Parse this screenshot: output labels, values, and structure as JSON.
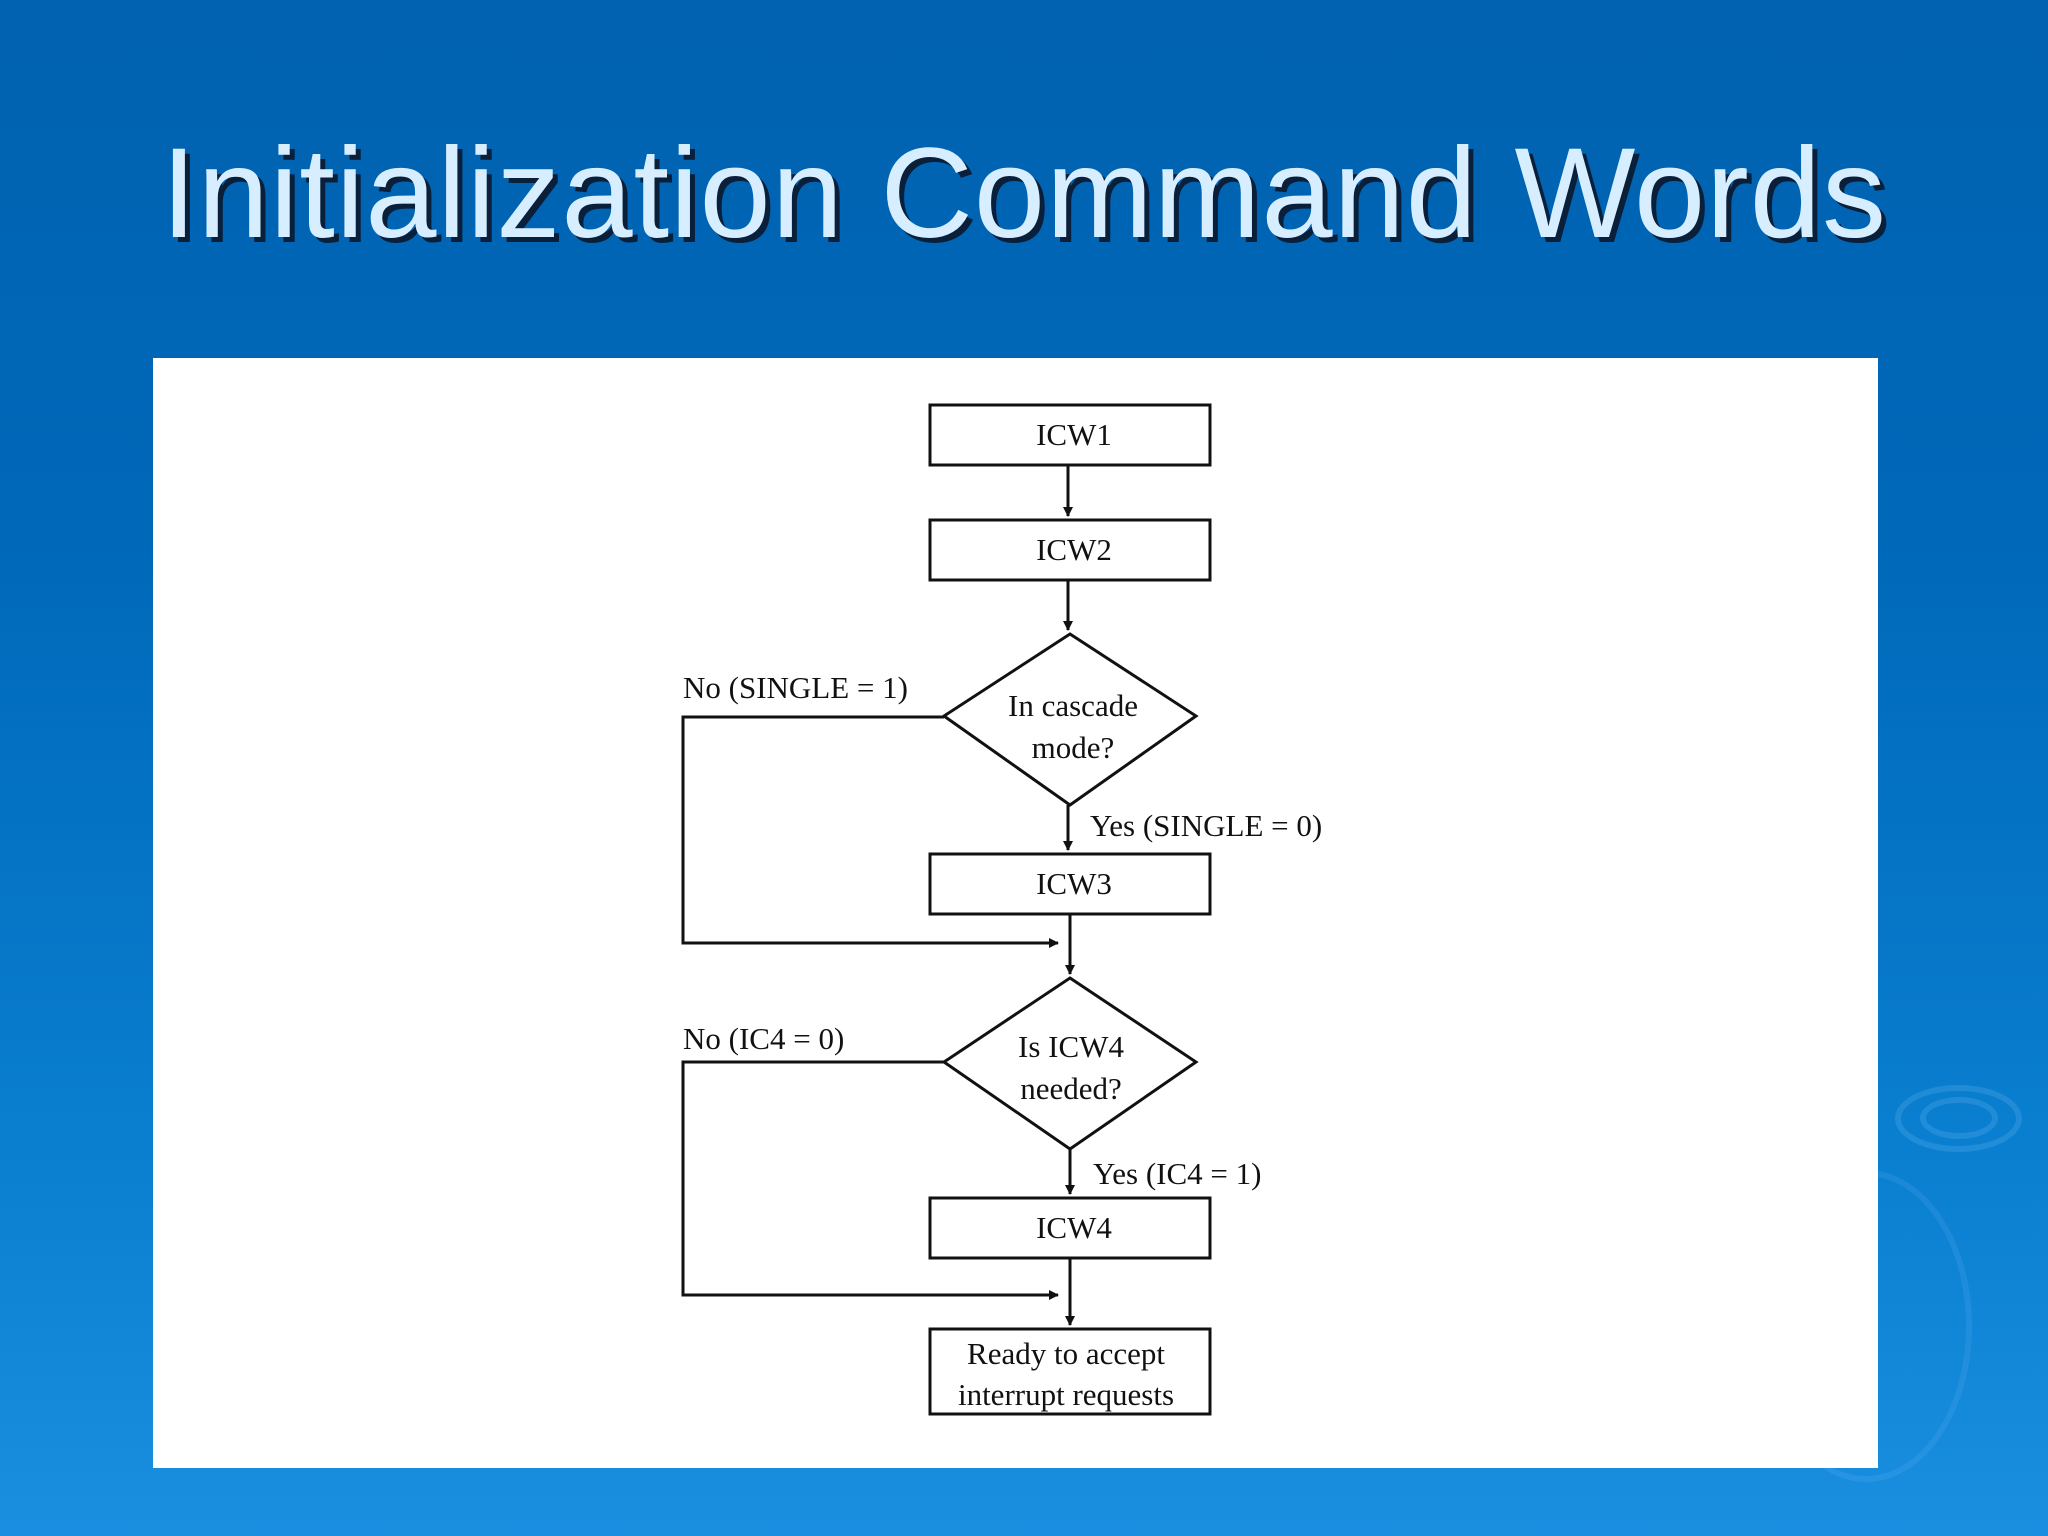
{
  "slide": {
    "title": "Initialization Command Words"
  },
  "diagram": {
    "nodes": {
      "icw1": "ICW1",
      "icw2": "ICW2",
      "cascade_line1": "In cascade",
      "cascade_line2": "mode?",
      "icw3": "ICW3",
      "icw4_needed_line1": "Is ICW4",
      "icw4_needed_line2": "needed?",
      "icw4": "ICW4",
      "ready_line1": "Ready to accept",
      "ready_line2": "interrupt requests"
    },
    "edges": {
      "cascade_no": "No (SINGLE = 1)",
      "cascade_yes": "Yes (SINGLE = 0)",
      "icw4_no": "No (IC4 = 0)",
      "icw4_yes": "Yes (IC4 = 1)"
    }
  }
}
